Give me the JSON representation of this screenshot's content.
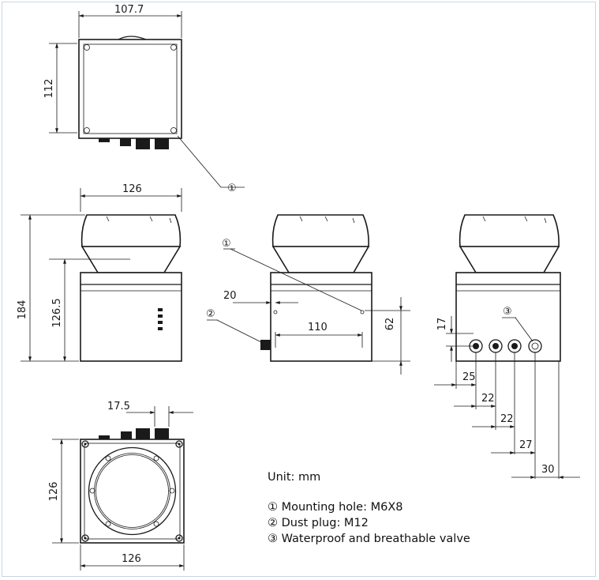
{
  "dimensions": {
    "top_width": "107.7",
    "top_height": "112",
    "front_width": "126",
    "front_total_height": "184",
    "front_body_height": "126.5",
    "side_offset": "20",
    "side_hole_spacing": "110",
    "side_height": "62",
    "rear_17": "17",
    "rear_25": "25",
    "rear_22a": "22",
    "rear_22b": "22",
    "rear_27": "27",
    "rear_30": "30",
    "bottom_17_5": "17.5",
    "bottom_height": "126",
    "bottom_width": "126"
  },
  "callouts": {
    "c1": "①",
    "c2": "②",
    "c3": "③"
  },
  "notes": {
    "unit": "Unit: mm",
    "n1": "① Mounting hole: M6X8",
    "n2": "② Dust plug: M12",
    "n3": "③ Waterproof and breathable valve"
  }
}
